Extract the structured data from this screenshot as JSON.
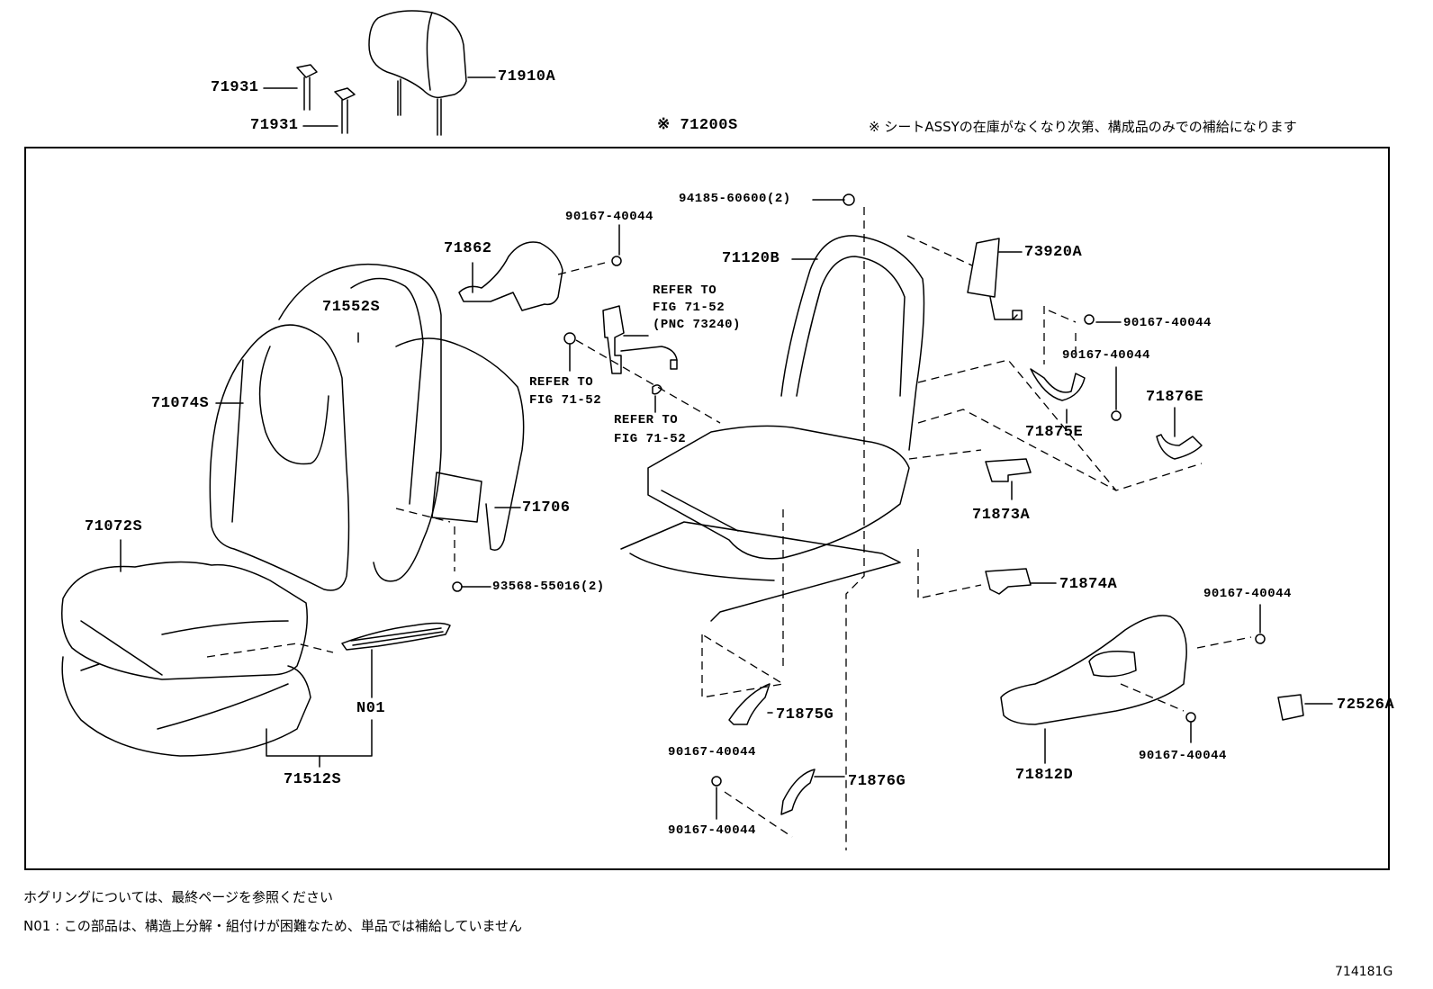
{
  "diagram": {
    "assembly_label": "※ 71200S",
    "assembly_note": "※ シートASSYの在庫がなくなり次第、構成品のみでの補給になります",
    "figure_id": "714181G",
    "footnotes": [
      "ホグリングについては、最終ページを参照ください",
      "N01 : この部品は、構造上分解・組付けが困難なため、単品では補給していません"
    ],
    "callouts": {
      "headrest": "71910A",
      "headrest_support_1": "71931",
      "headrest_support_2": "71931",
      "seat_cushion_cover": "71072S",
      "seat_back_cover": "71074S",
      "seat_back_pad": "71552S",
      "seat_back_board": "71706",
      "screw_seatback": "93568-55016(2)",
      "cushion_pad_group": "71512S",
      "n01": "N01",
      "hinge_cover": "71862",
      "screw_hinge": "90167-40044",
      "refer_buckle_l1": "REFER TO",
      "refer_buckle_l2": "FIG 71-52",
      "refer_buckle_l3": "(PNC 73240)",
      "refer_a_l1": "REFER TO",
      "refer_a_l2": "FIG 71-52",
      "refer_b_l1": "REFER TO",
      "refer_b_l2": "FIG 71-52",
      "nut_top": "94185-60600(2)",
      "frame_assy": "71120B",
      "airbag": "73920A",
      "screw_airbag": "90167-40044",
      "screw_cover_e": "90167-40044",
      "cover_875e": "71875E",
      "cover_876e": "71876E",
      "bracket_873a": "71873A",
      "bracket_874a": "71874A",
      "screw_shield_top": "90167-40044",
      "shield": "71812D",
      "knob": "72526A",
      "screw_shield_bottom": "90167-40044",
      "cover_875g": "71875G",
      "screw_g_top": "90167-40044",
      "cover_876g": "71876G",
      "screw_g_bottom": "90167-40044"
    }
  }
}
